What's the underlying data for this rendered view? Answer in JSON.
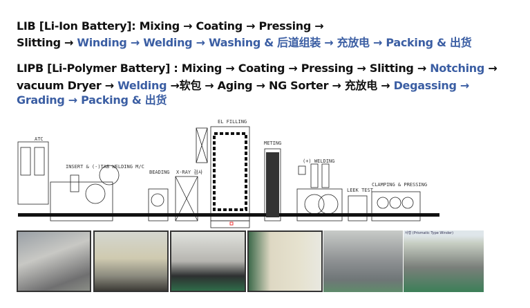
{
  "lib": {
    "line1": [
      "LIB [Li-Ion Battery]:  Mixing → Coating → Pressing →"
    ],
    "line2_black": "Slitting → ",
    "line2_blue": "Winding → Welding → Washing & 后道组装 → 充放电 → Packing & 出货"
  },
  "lipb": {
    "line1_black": "LIPB [Li-Polymer Battery] : Mixing → Coating → Pressing → Slitting → ",
    "line1_blue": "Notching",
    "line1_end": " →",
    "line2_a": "vacuum Dryer → ",
    "line2_b": "Welding",
    "line2_c": " →软包 → Aging → NG Sorter → 充放电 → ",
    "line2_d": "Degassing →",
    "line3": "Grading → Packing & 出货"
  },
  "diagram": {
    "labels": {
      "atc": "ATC",
      "insert": "INSERT & (-)TAB WELDING M/C",
      "beading": "BEADING",
      "xray": "X-RAY 검사",
      "el_filling": "EL FILLING",
      "meting": "METING",
      "pos_welding": "(+) WELDING",
      "leek": "LEEK TEST",
      "clamping": "CLAMPING & PRESSING"
    }
  },
  "photos": {
    "caption6": "사형 (Prismatic Type Winder)"
  },
  "colors": {
    "accent_blue": "#3b5ea3",
    "text": "#111111"
  }
}
